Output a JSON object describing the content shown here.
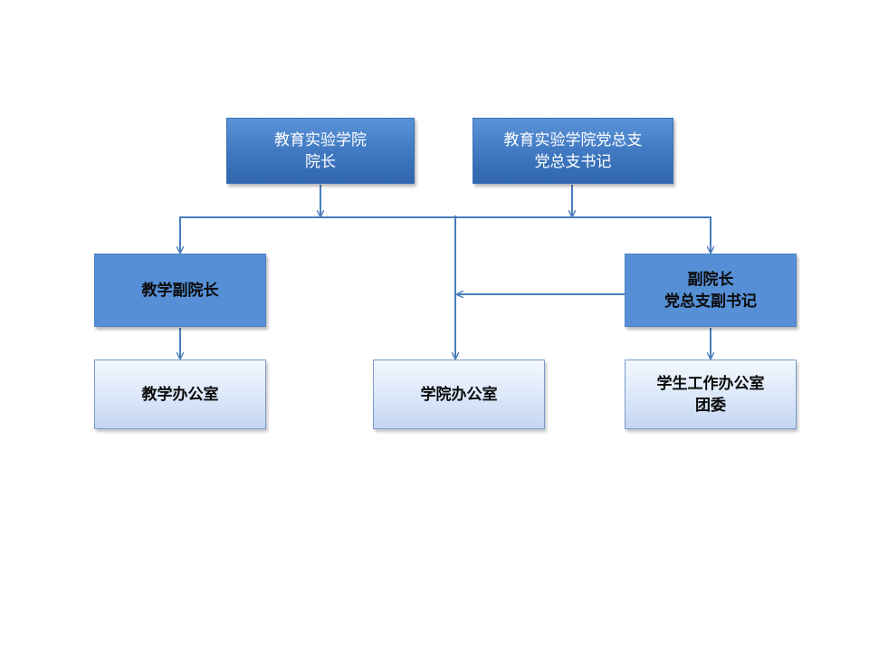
{
  "nodes": {
    "dean": {
      "lines": [
        "教育实验学院",
        "院长"
      ]
    },
    "party_secretary": {
      "lines": [
        "教育实验学院党总支",
        "党总支书记"
      ]
    },
    "vice_dean_teaching": {
      "lines": [
        "教学副院长"
      ]
    },
    "vice_dean_party": {
      "lines": [
        "副院长",
        "党总支副书记"
      ]
    },
    "teaching_office": {
      "lines": [
        "教学办公室"
      ]
    },
    "college_office": {
      "lines": [
        "学院办公室"
      ]
    },
    "student_affairs_office": {
      "lines": [
        "学生工作办公室",
        "团委"
      ]
    }
  },
  "colors": {
    "connector": "#4a7ebb",
    "node_dark": "#3f78c0",
    "node_mid": "#568fd6",
    "node_light": "#d8e5f9"
  }
}
